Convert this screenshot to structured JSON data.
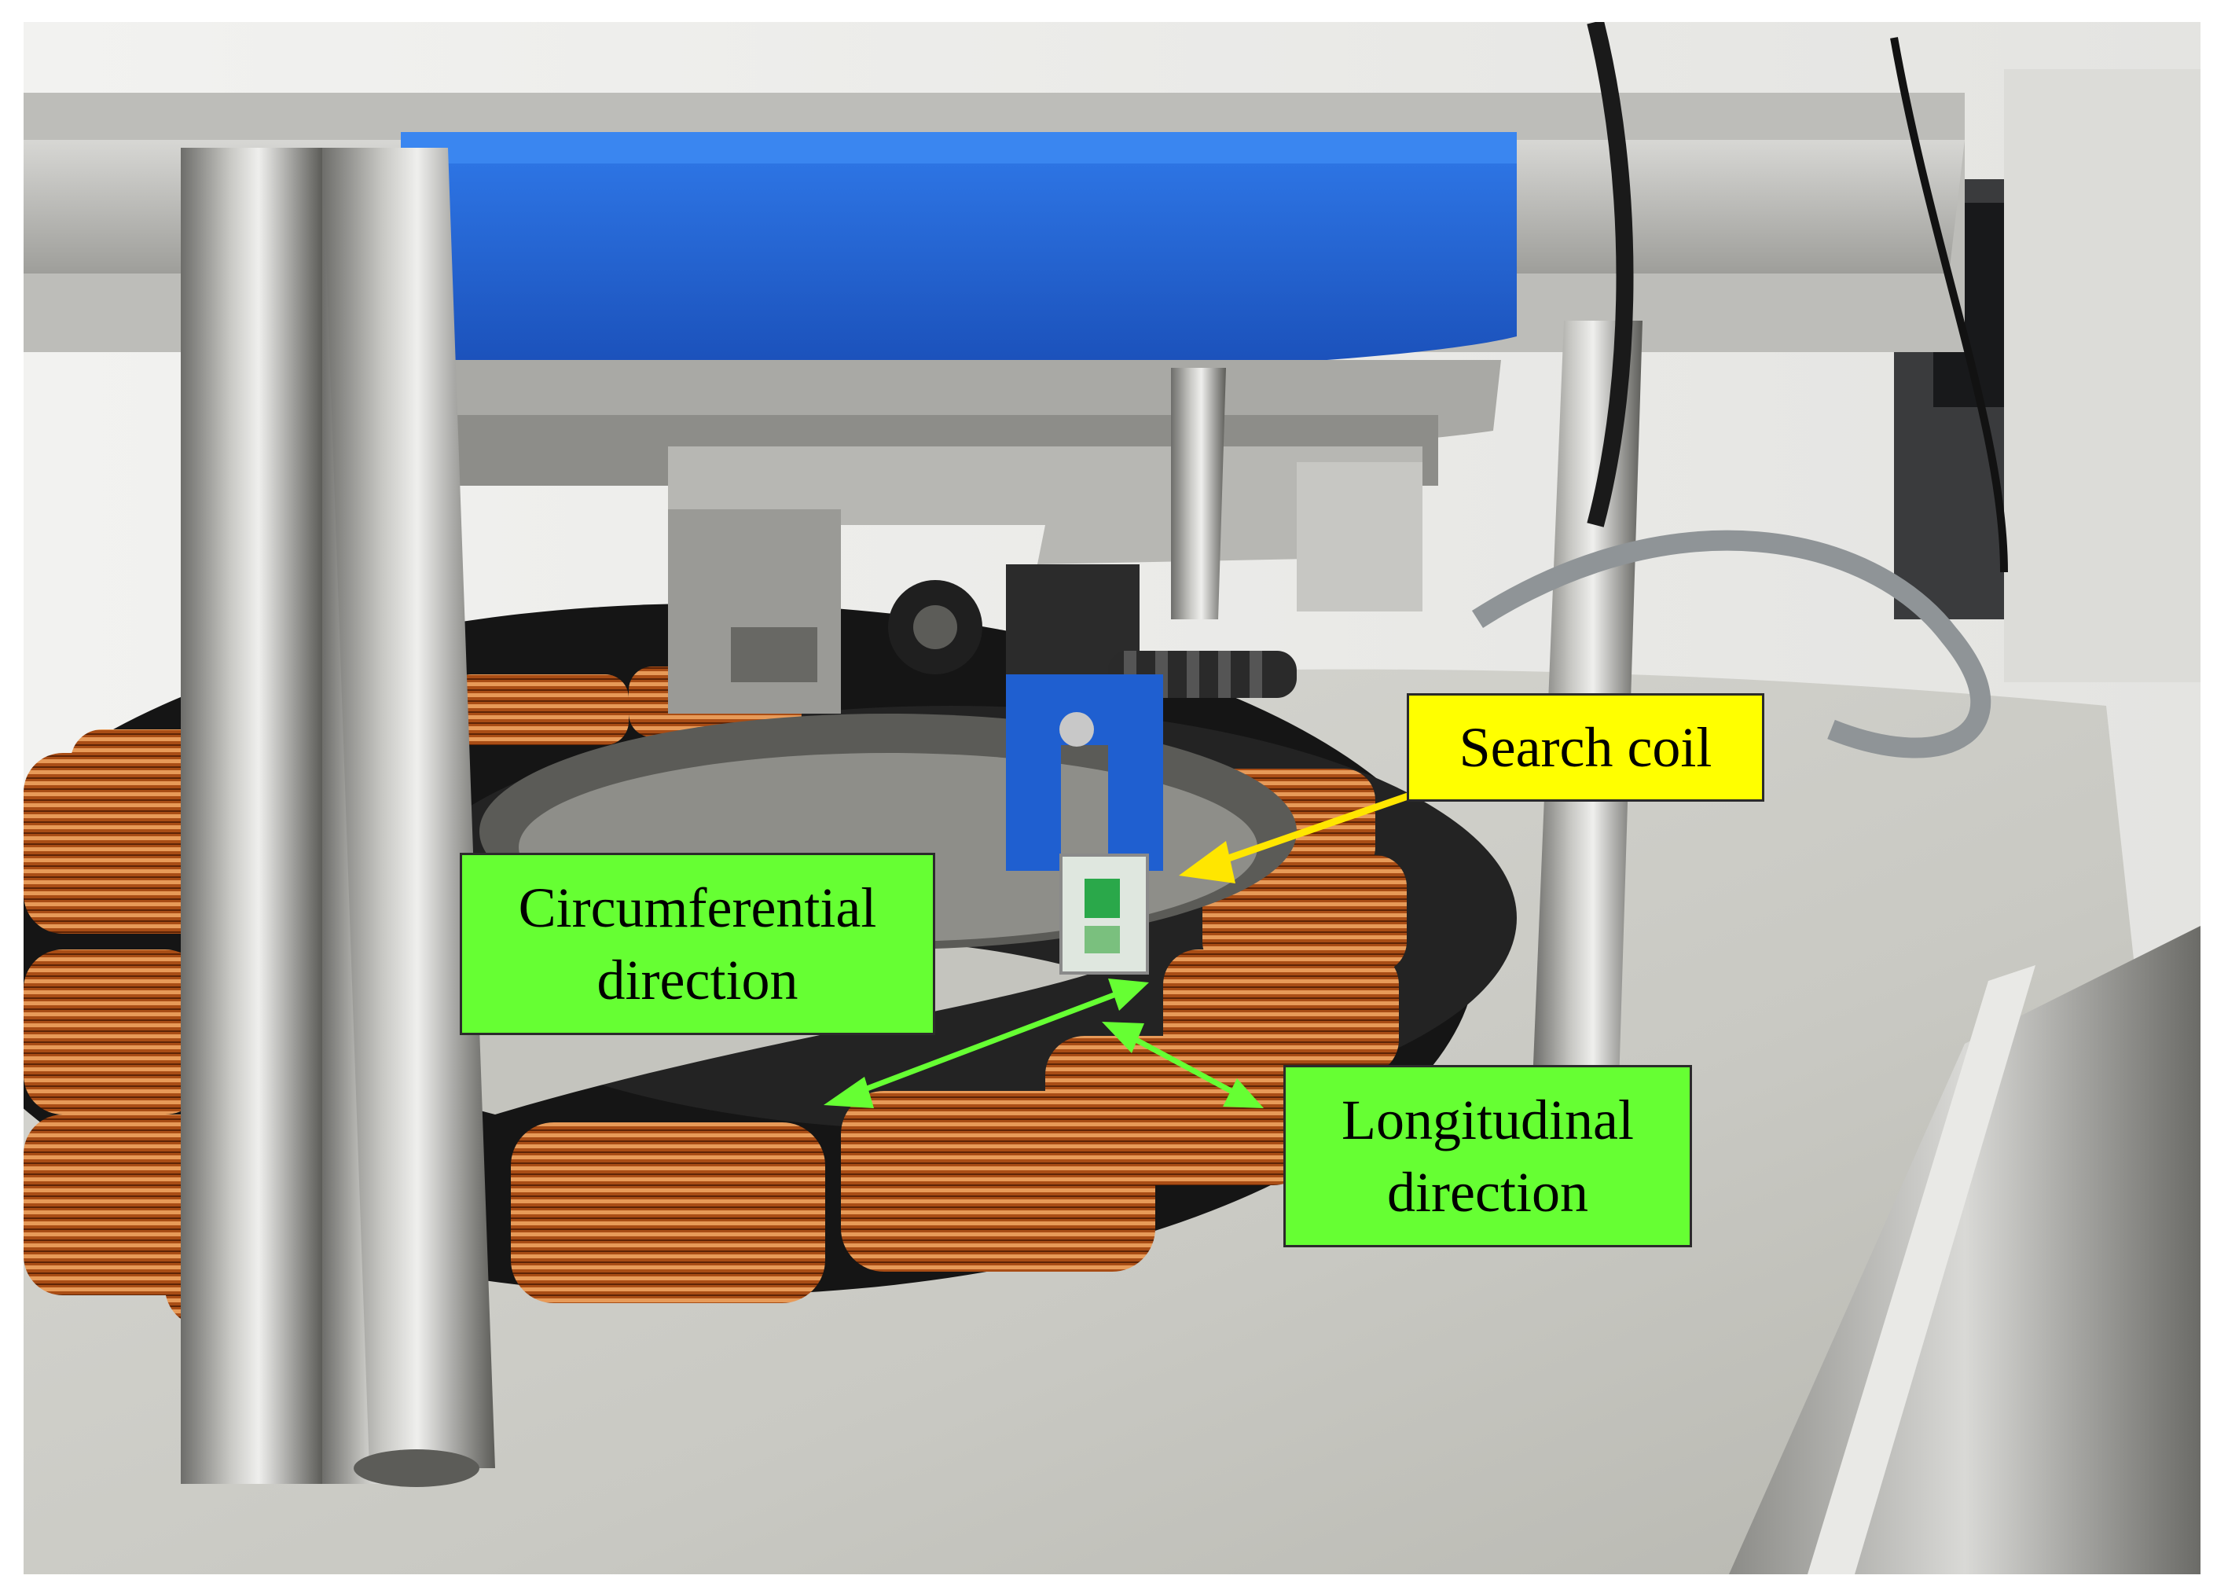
{
  "callouts": {
    "search_coil": {
      "label": "Search coil"
    },
    "circumferential": {
      "line1": "Circumferential",
      "line2": "direction"
    },
    "longitudinal": {
      "line1": "Longitudinal",
      "line2": "direction"
    }
  },
  "colors": {
    "search_coil_box": "#ffff00",
    "direction_box": "#66ff33",
    "arrow_yellow": "#ffe600",
    "arrow_green": "#66ff33",
    "copper": "#b5561c",
    "blue_part": "#1f5fd0"
  }
}
